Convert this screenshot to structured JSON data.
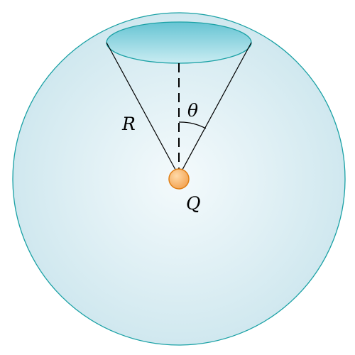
{
  "labels": {
    "radius": "R",
    "angle": "θ",
    "charge": "Q"
  },
  "colors": {
    "sphere_outline": "#1aa1a5",
    "sphere_fill_center": "#f4fafc",
    "sphere_fill_edge": "#d0e8ef",
    "cap_fill_light": "#c9ecf2",
    "cap_fill_dark": "#66c4d3",
    "cone_lines": "#000000",
    "charge_fill": "#f3a351",
    "charge_outline": "#e07f16"
  }
}
